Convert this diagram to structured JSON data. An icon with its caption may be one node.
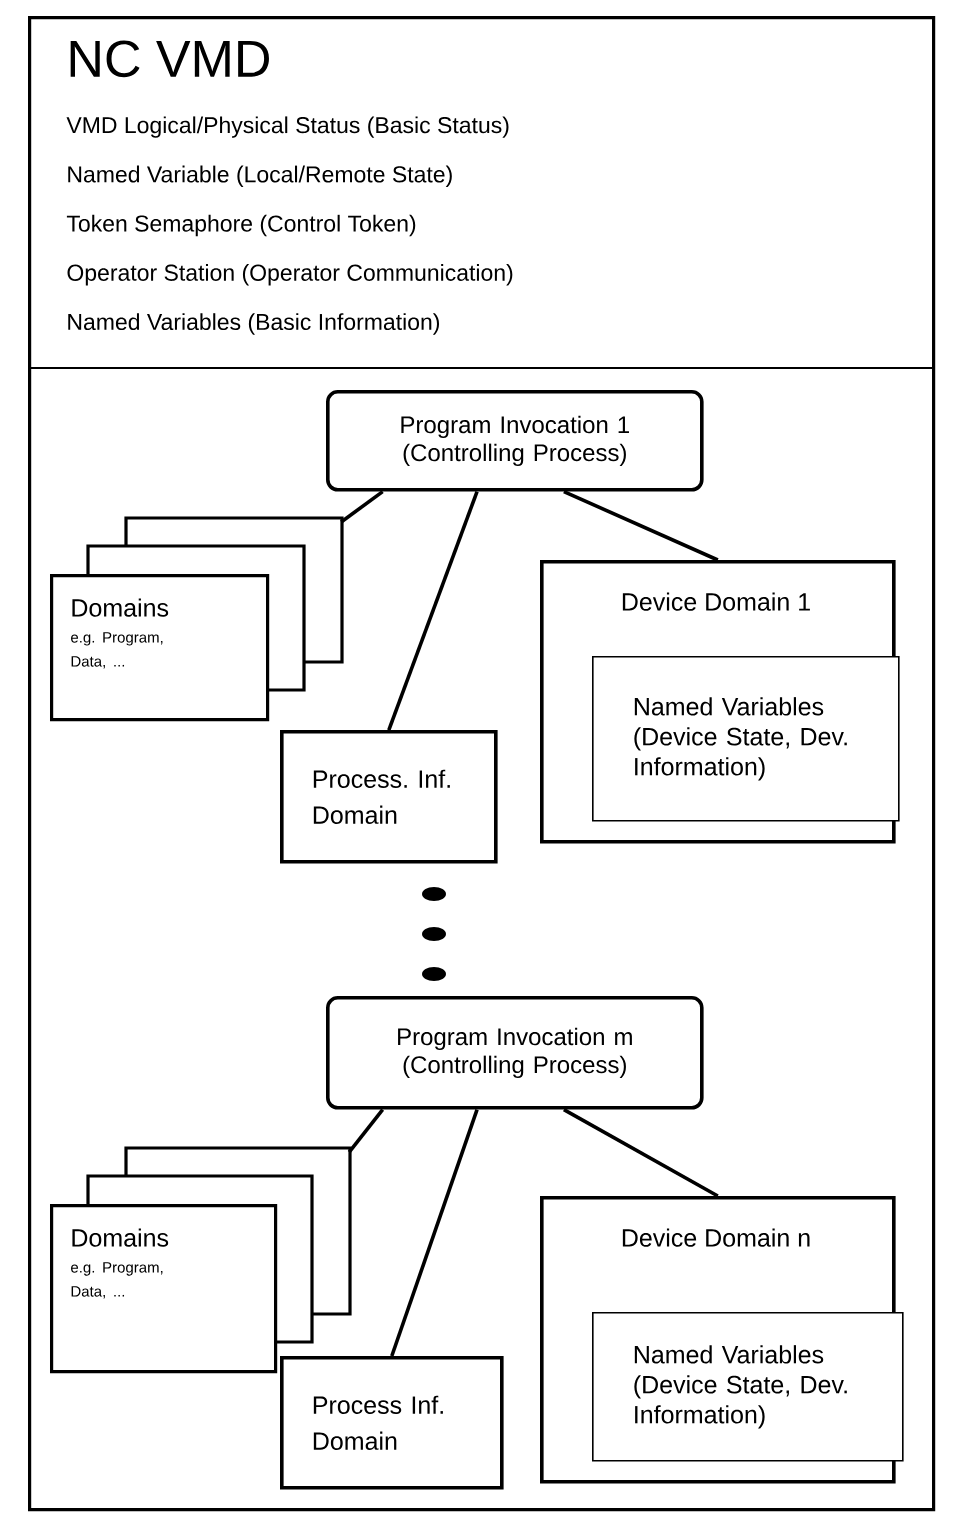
{
  "diagram": {
    "nodes": [
      {
        "text": [
          "NC VMD",
          "VMD Logical/Physical Status (Basic Status)",
          "Named Variable (Local/Remote State)",
          "Token Semaphore (Control Token)",
          "Operator Station (Operator Communication)",
          "Named Variables (Basic Information)"
        ]
      },
      {
        "text": [
          "Program Invocation 1 (Controlling Process)"
        ],
        "in": 0
      },
      {
        "text": [
          "Domains",
          "e.g. Program, Data, ..."
        ],
        "in": 0
      },
      {
        "text": [
          "Process. Inf. Domain"
        ],
        "in": 0
      },
      {
        "text": [
          "Device Domain 1"
        ],
        "in": 0
      },
      {
        "text": [
          "Named Variables (Device State, Dev. Information)"
        ],
        "in": 4
      },
      {
        "text": [
          "Program Invocation m (Controlling Process)"
        ],
        "in": 0
      },
      {
        "text": [
          "Domains",
          "e.g. Program, Data, ..."
        ],
        "in": 0
      },
      {
        "text": [
          "Process Inf. Domain"
        ],
        "in": 0
      },
      {
        "text": [
          "Device Domain n"
        ],
        "in": 0
      },
      {
        "text": [
          "Named Variables (Device State, Dev. Information)"
        ],
        "in": 9
      }
    ],
    "edges": [
      {
        "from": 1,
        "to": 2,
        "arrow": "none"
      },
      {
        "from": 1,
        "to": 3,
        "arrow": "none"
      },
      {
        "from": 1,
        "to": 4,
        "arrow": "none"
      },
      {
        "from": 6,
        "to": 7,
        "arrow": "none"
      },
      {
        "from": 6,
        "to": 8,
        "arrow": "none"
      },
      {
        "from": 6,
        "to": 9,
        "arrow": "none"
      }
    ]
  }
}
